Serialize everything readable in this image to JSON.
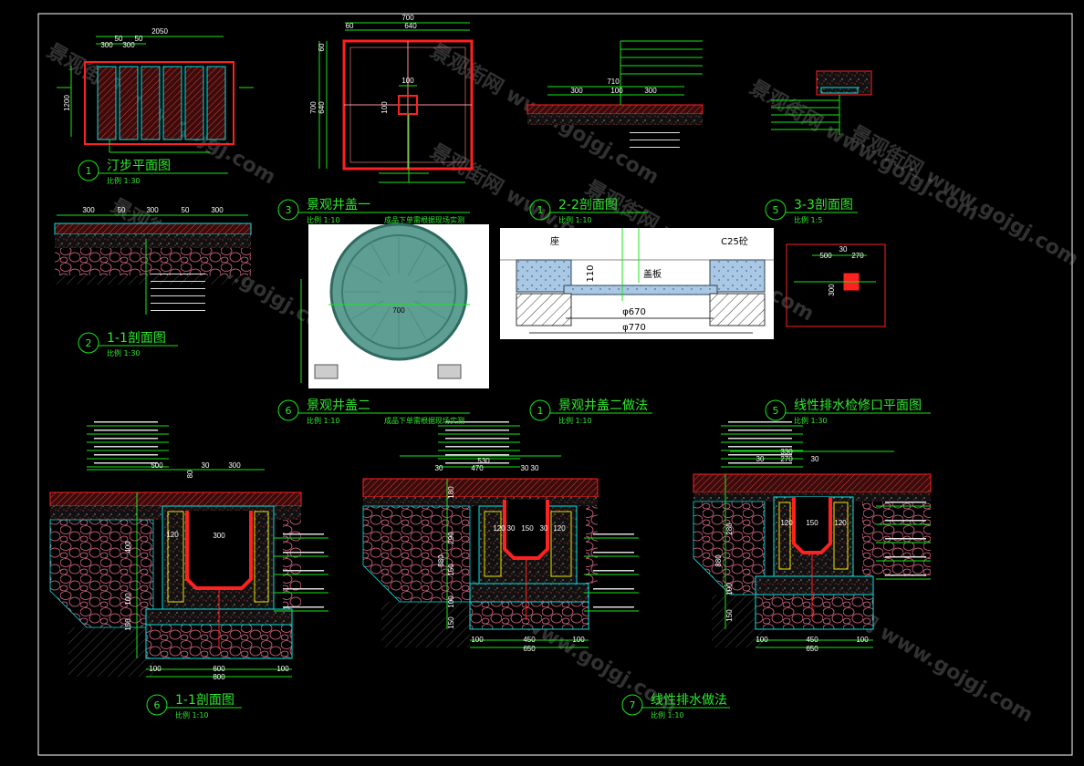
{
  "title_blocks": [
    {
      "num": "1",
      "title": "汀步平面图",
      "scale": "比例 1:30"
    },
    {
      "num": "2",
      "title": "1-1剖面图",
      "scale": "比例 1:30"
    },
    {
      "num": "3",
      "title": "景观井盖一",
      "scale": "比例 1:10",
      "note": "成品下单需根据现场实测"
    },
    {
      "num": "1",
      "title": "2-2剖面图",
      "scale": "比例 1:10"
    },
    {
      "num": "5",
      "title": "3-3剖面图",
      "scale": "比例 1:5"
    },
    {
      "num": "6",
      "title": "景观井盖二",
      "scale": "比例 1:10",
      "note": "成品下单需根据现场实测"
    },
    {
      "num": "1",
      "title": "景观井盖二做法",
      "scale": "比例 1:10"
    },
    {
      "num": "5",
      "title": "线性排水检修口平面图",
      "scale": "比例 1:30"
    },
    {
      "num": "6",
      "title": "1-1剖面图",
      "scale": "比例 1:10"
    },
    {
      "num": "7",
      "title": "线性排水做法",
      "scale": "比例 1:10"
    }
  ],
  "dims": {
    "plan": [
      "2050",
      "300",
      "50",
      "300",
      "50",
      "1200"
    ],
    "section_1_1": [
      "300",
      "50",
      "300",
      "50",
      "300"
    ],
    "cover_plan": [
      "700",
      "60",
      "640",
      "700",
      "60",
      "640",
      "100",
      "100"
    ],
    "section_2_2": [
      "710",
      "300",
      "100",
      "300"
    ],
    "section_3_3": [
      "500",
      "30",
      "270",
      "300"
    ],
    "drain_left": [
      "500",
      "80",
      "30",
      "300",
      "300",
      "120",
      "400",
      "100",
      "150",
      "100",
      "600",
      "100",
      "800"
    ],
    "drain_middle": [
      "530",
      "30",
      "470",
      "30",
      "30",
      "180",
      "120",
      "30",
      "150",
      "30",
      "120",
      "290",
      "150",
      "880",
      "100",
      "150",
      "100",
      "450",
      "100",
      "650"
    ],
    "drain_right": [
      "330",
      "30",
      "270",
      "30",
      "150",
      "120",
      "120",
      "280",
      "880",
      "100",
      "150",
      "100",
      "450",
      "100",
      "650"
    ]
  },
  "photo_cover": {
    "diameter": "700"
  },
  "photo_section": {
    "seat": "座",
    "concrete": "C25砼",
    "cover": "盖板",
    "depth": "110",
    "inner_dia": "φ670",
    "outer_dia": "φ770"
  },
  "watermark": "景观街网 www.gojgj.com",
  "colors": {
    "background": "#000000",
    "dimension": "#19e619",
    "outline": "#ff2020",
    "paver": "#00e5e5"
  }
}
